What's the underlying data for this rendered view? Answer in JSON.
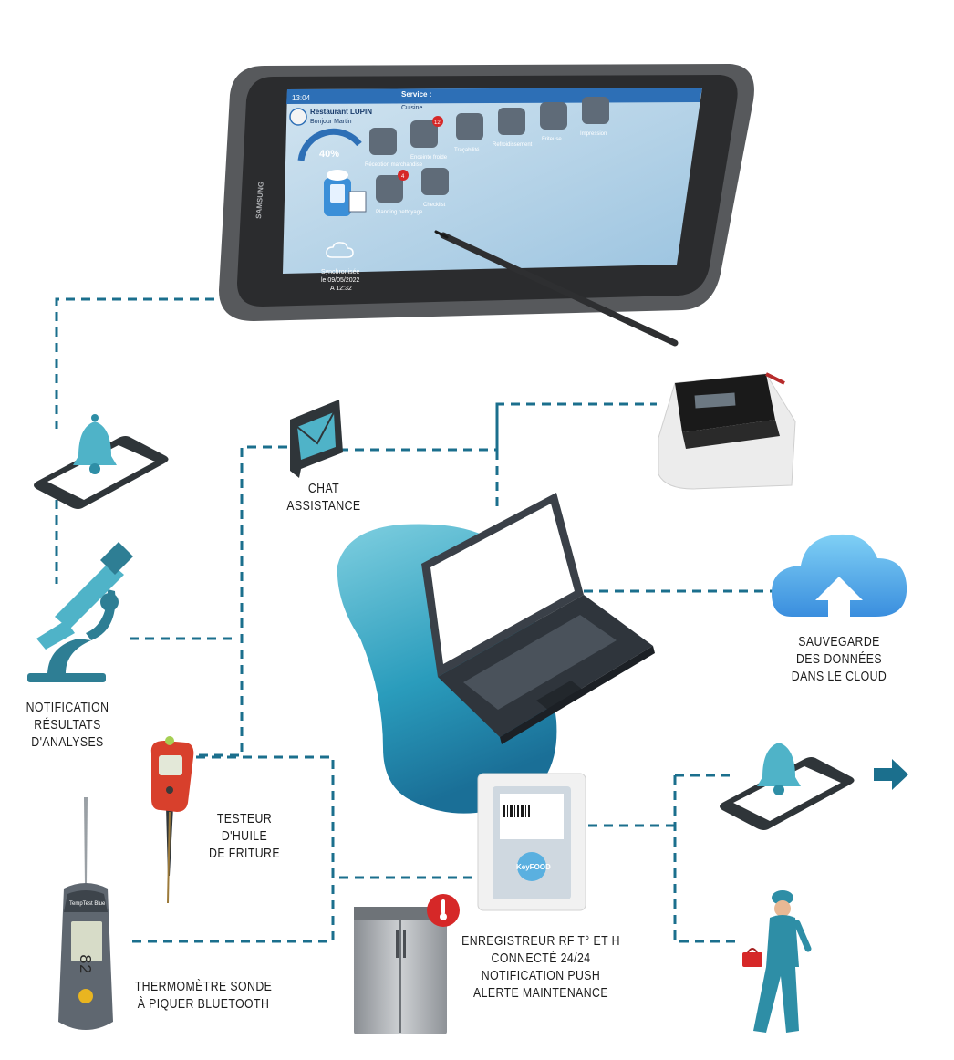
{
  "tablet_screen": {
    "status_time": "13:04",
    "restaurant_name": "Restaurant LUPIN",
    "greeting": "Bonjour Martin",
    "service_label": "Service :",
    "service_value": "Cuisine",
    "progress_percent": 40,
    "progress_text": "40%",
    "badges": {
      "enceinte_froide": "12",
      "planning_nettoyage": "4"
    },
    "modules": [
      "Réception marchandise",
      "Enceinte froide",
      "Traçabilité",
      "Refroidissement",
      "Friteuse",
      "Impression",
      "Planning nettoyage",
      "Checklist"
    ],
    "sync_line1": "Synchronisée",
    "sync_line2": "le 09/05/2022",
    "sync_line3": "A 12:32",
    "brand": "SAMSUNG"
  },
  "nodes": {
    "chat": {
      "line1": "CHAT",
      "line2": "ASSISTANCE"
    },
    "cloud": {
      "line1": "SAUVEGARDE",
      "line2": "DES DONNÉES",
      "line3": "DANS LE CLOUD"
    },
    "analyses": {
      "line1": "NOTIFICATION",
      "line2": "RÉSULTATS",
      "line3": "D'ANALYSES"
    },
    "oil_tester": {
      "line1": "TESTEUR",
      "line2": "D'HUILE",
      "line3": "DE FRITURE"
    },
    "thermometer": {
      "line1": "THERMOMÈTRE SONDE",
      "line2": "À PIQUER BLUETOOTH",
      "brand": "TempTest Blue",
      "reading": "82"
    },
    "recorder": {
      "line1": "ENREGISTREUR RF T° ET H",
      "line2": "CONNECTÉ 24/24",
      "line3": "NOTIFICATION PUSH",
      "line4": "ALERTE MAINTENANCE",
      "logo": "KeyFOOD"
    }
  },
  "colors": {
    "teal": "#2e8ea6",
    "teal_light": "#4fb3c8",
    "dashed_line": "#1b6f8d",
    "dark": "#3a4048",
    "cloud": "#4aa8e8",
    "alert_red": "#d62828"
  }
}
